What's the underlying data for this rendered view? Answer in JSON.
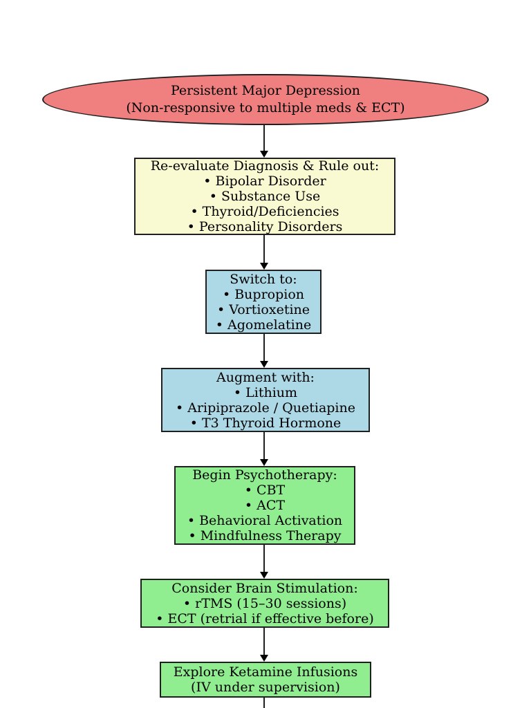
{
  "flowchart": {
    "background_color": "#ffffff",
    "line_color": "#000000",
    "text_color": "#000000",
    "nodes": [
      {
        "id": "start",
        "shape": "ellipse",
        "fill": "#f08080",
        "lines": [
          "Persistent Major Depression",
          "(Non-responsive to multiple meds & ECT)"
        ]
      },
      {
        "id": "reevaluate",
        "shape": "rect",
        "fill": "#fafad2",
        "lines": [
          "Re-evaluate Diagnosis & Rule out:",
          "• Bipolar Disorder",
          "• Substance Use",
          "• Thyroid/Deficiencies",
          "• Personality Disorders"
        ]
      },
      {
        "id": "switch",
        "shape": "rect",
        "fill": "#add8e6",
        "lines": [
          "Switch to:",
          "• Bupropion",
          "• Vortioxetine",
          "• Agomelatine"
        ]
      },
      {
        "id": "augment",
        "shape": "rect",
        "fill": "#add8e6",
        "lines": [
          "Augment with:",
          "• Lithium",
          "• Aripiprazole / Quetiapine",
          "• T3 Thyroid Hormone"
        ]
      },
      {
        "id": "psychotherapy",
        "shape": "rect",
        "fill": "#90ee90",
        "lines": [
          "Begin Psychotherapy:",
          "• CBT",
          "• ACT",
          "• Behavioral Activation",
          "• Mindfulness Therapy"
        ]
      },
      {
        "id": "brain_stimulation",
        "shape": "rect",
        "fill": "#90ee90",
        "lines": [
          "Consider Brain Stimulation:",
          "• rTMS (15–30 sessions)",
          "• ECT (retrial if effective before)"
        ]
      },
      {
        "id": "ketamine",
        "shape": "rect",
        "fill": "#90ee90",
        "lines": [
          "Explore Ketamine Infusions",
          "(IV under supervision)"
        ]
      }
    ],
    "edges": [
      {
        "from": "start",
        "to": "reevaluate"
      },
      {
        "from": "reevaluate",
        "to": "switch"
      },
      {
        "from": "switch",
        "to": "augment"
      },
      {
        "from": "augment",
        "to": "psychotherapy"
      },
      {
        "from": "psychotherapy",
        "to": "brain_stimulation"
      },
      {
        "from": "brain_stimulation",
        "to": "ketamine"
      },
      {
        "from": "ketamine",
        "to": "offscreen"
      }
    ]
  }
}
